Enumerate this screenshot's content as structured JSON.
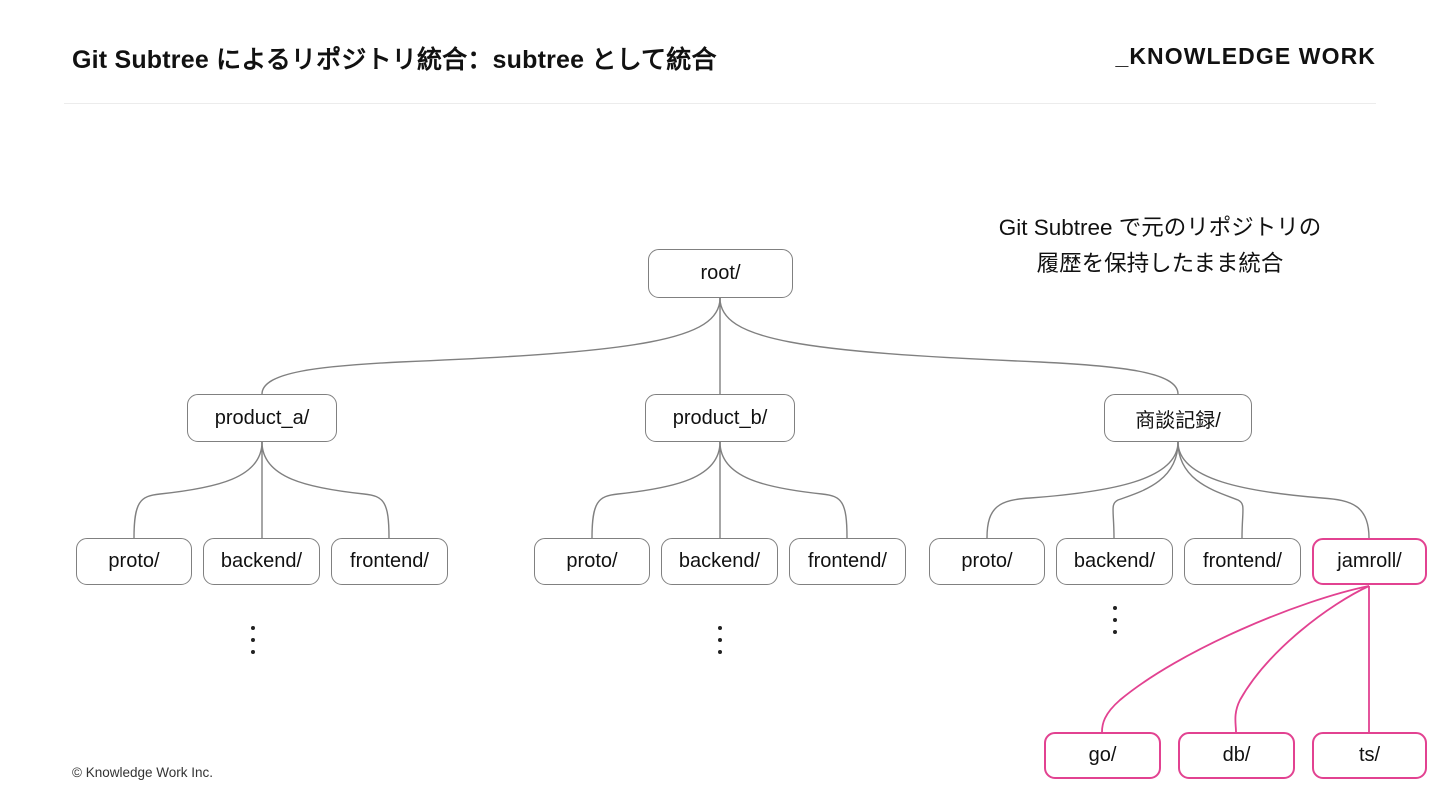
{
  "header": {
    "title": "Git Subtree によるリポジトリ統合：subtree として統合",
    "logo": "_KNOWLEDGE WORK"
  },
  "footer": {
    "copyright": "© Knowledge Work Inc."
  },
  "annotation": {
    "line1": "Git Subtree で元のリポジトリの",
    "line2": "履歴を保持したまま統合"
  },
  "colors": {
    "node_border": "#808080",
    "highlight": "#e24291",
    "text": "#111111",
    "divider": "#ececec"
  },
  "diagram": {
    "type": "tree",
    "root": {
      "label": "root/"
    },
    "level2": [
      {
        "label": "product_a/"
      },
      {
        "label": "product_b/"
      },
      {
        "label": "商談記録/"
      }
    ],
    "branch_a": [
      {
        "label": "proto/"
      },
      {
        "label": "backend/"
      },
      {
        "label": "frontend/"
      }
    ],
    "branch_b": [
      {
        "label": "proto/"
      },
      {
        "label": "backend/"
      },
      {
        "label": "frontend/"
      }
    ],
    "branch_c": [
      {
        "label": "proto/"
      },
      {
        "label": "backend/"
      },
      {
        "label": "frontend/"
      },
      {
        "label": "jamroll/",
        "highlighted": true
      }
    ],
    "jamroll_children": [
      {
        "label": "go/",
        "highlighted": true
      },
      {
        "label": "db/",
        "highlighted": true
      },
      {
        "label": "ts/",
        "highlighted": true
      }
    ],
    "ellipsis_marks": 3
  }
}
